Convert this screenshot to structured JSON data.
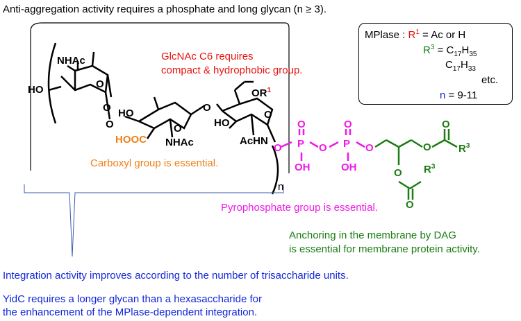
{
  "title": "Anti-aggregation activity requires a phosphate and long glycan (n ≥ 3).",
  "legend": {
    "line1_label": "MPlase : ",
    "line1_r": "R",
    "line1_sup": "1",
    "line1_rest": " = Ac or H",
    "line2_r": "R",
    "line2_sup": "3",
    "line2_eq": " = C",
    "line2_sub1": "17",
    "line2_h": "H",
    "line2_sub2": "35",
    "line3_c": "C",
    "line3_sub1": "17",
    "line3_h": "H",
    "line3_sub2": "33",
    "line4": "etc.",
    "line5_n": "n",
    "line5_rest": " = 9-11"
  },
  "annotations": {
    "glcnac": [
      "GlcNAc C6 requires",
      "compact & hydrophobic group."
    ],
    "carboxyl": "Carboxyl group is essential.",
    "pyrophosphate": "Pyrophosphate group is essential.",
    "dag": [
      "Anchoring in the membrane by DAG",
      "is essential for membrane protein activity."
    ],
    "integration": "Integration activity improves according to the number of trisaccharide units.",
    "yidc": [
      "YidC requires a longer glycan than a hexasaccharide for",
      "the enhancement of the MPlase-dependent integration."
    ]
  },
  "labels": {
    "nhac_top": "NHAc",
    "ho_left": "HO",
    "ho_mid": "HO",
    "o_link1": "O",
    "ho_right": "HO",
    "or1": "OR",
    "r1_sup": "1",
    "hooc": "HOOC",
    "nhac_mid": "NHAc",
    "achn": "AcHN",
    "n_sub": "n",
    "o_a": "O",
    "p1": "P",
    "o_b": "O",
    "p2": "P",
    "o_c": "O",
    "oh1": "OH",
    "oh2": "OH",
    "o_p1": "O",
    "o_p2": "O",
    "ring_o1": "O",
    "ring_o2": "O",
    "ring_o3": "O",
    "ring_o4": "O",
    "ring_o5": "O",
    "o_dag1": "O",
    "o_dag2": "O",
    "o_ester1": "O",
    "o_ester2": "O",
    "r3_a": "R",
    "r3_a_sup": "3",
    "r3_b": "R",
    "r3_b_sup": "3"
  },
  "colors": {
    "black": "#000000",
    "red": "#e8130f",
    "green": "#1a7d12",
    "orange": "#f08018",
    "magenta": "#f018e8",
    "blue": "#1227d8",
    "brace": "#3e5ab0"
  }
}
